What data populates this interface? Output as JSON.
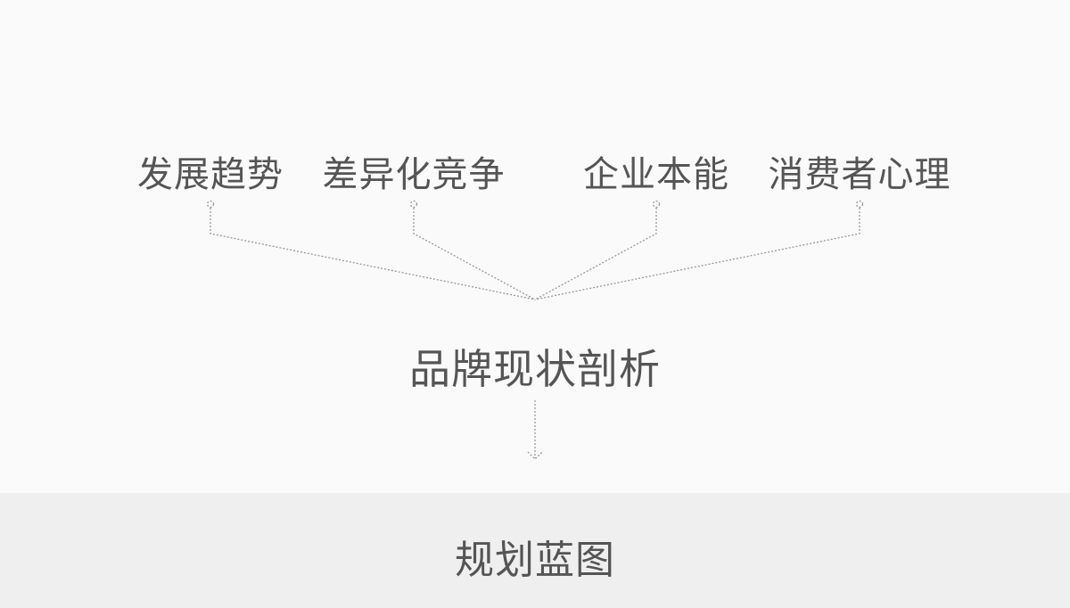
{
  "factors": [
    {
      "label": "发展趋势"
    },
    {
      "label": "差异化竞争"
    },
    {
      "label": "企业本能"
    },
    {
      "label": "消费者心理"
    }
  ],
  "center_label": "品牌现状剖析",
  "result_label": "规划蓝图",
  "colors": {
    "background": "#fafafa",
    "band": "#efefef",
    "text": "#555555",
    "line": "#999999"
  }
}
